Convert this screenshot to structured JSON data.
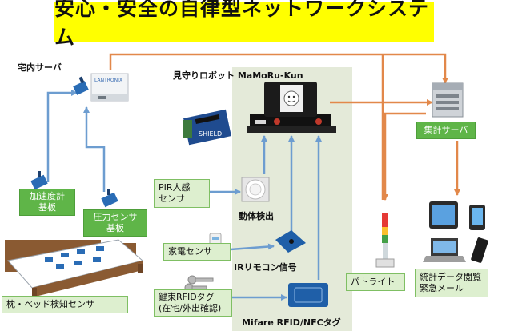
{
  "title": "安心・安全の自律型ネットワークシステム",
  "labels": {
    "home_server": "宅内サーバ",
    "robot": "見守りロボット MaMoRu-Kun",
    "agg_server": "集計サーバ",
    "motion": "動体検出",
    "ir_signal": "IRリモコン信号",
    "nfc": "Mifare RFID/NFCタグ"
  },
  "boxes": {
    "accel": [
      "加速度計",
      "基板"
    ],
    "pressure": [
      "圧力センサ",
      "基板"
    ],
    "pir": [
      "PIR人感",
      "センサ"
    ],
    "appliance": "家電センサ",
    "key_rfid": [
      "鍵束RFIDタグ",
      "(在宅/外出確認)"
    ],
    "pillow": "枕・ベッド検知センサ",
    "patlite": "パトライト",
    "stats": [
      "統計データ閲覧",
      "緊急メール"
    ]
  },
  "device_text": {
    "shield": "SHIELD",
    "lantronix": "LANTRONIX"
  },
  "colors": {
    "title_bg": "#ffff00",
    "green_box": "#5fb548",
    "light_box": "#ddefcf",
    "panel": "#e4ead9",
    "blue_arrow": "#6d9dd0",
    "orange_arrow": "#e2884a"
  }
}
